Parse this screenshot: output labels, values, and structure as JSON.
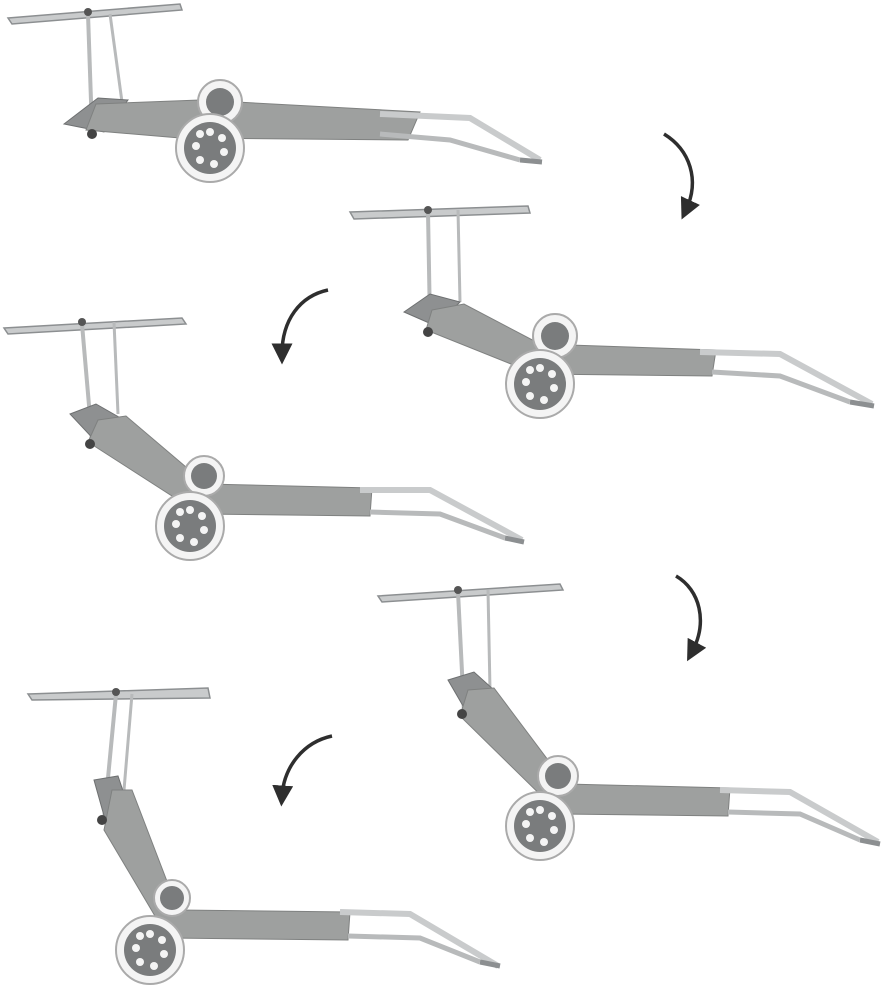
{
  "image": {
    "kind": "product-illustration",
    "background_color": "#ffffff",
    "colors": {
      "fabric": "#9ea09f",
      "fabric_dark": "#7f8180",
      "frame": "#c9cbcc",
      "frame_dark": "#8c8f91",
      "wheel_hub": "#7a7c7d",
      "wheel_tire": "#f4f4f4",
      "arrow": "#2e2e2e"
    },
    "steps": [
      {
        "name": "step-1"
      },
      {
        "name": "step-2"
      },
      {
        "name": "step-3"
      },
      {
        "name": "step-4"
      },
      {
        "name": "step-5"
      }
    ],
    "arrows": [
      {
        "name": "curved-arrow-1"
      },
      {
        "name": "curved-arrow-2"
      },
      {
        "name": "curved-arrow-3"
      },
      {
        "name": "curved-arrow-4"
      }
    ]
  }
}
